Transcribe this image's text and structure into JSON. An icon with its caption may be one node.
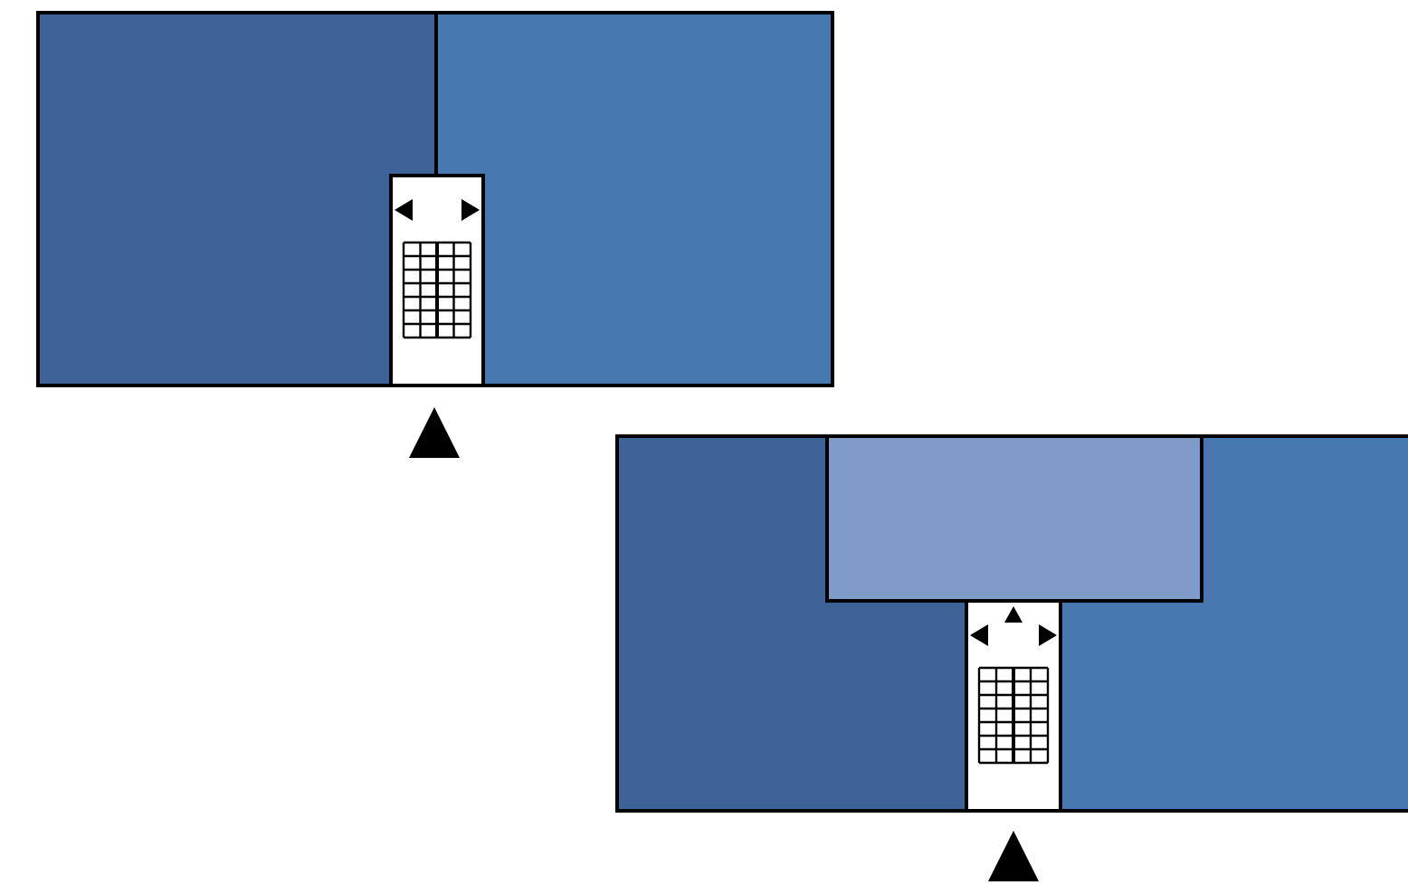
{
  "diagram": {
    "nodes": [
      {
        "text": [],
        "shape": "box"
      },
      {
        "text": [],
        "shape": "box",
        "in": 0
      },
      {
        "text": [],
        "shape": "box"
      },
      {
        "text": [],
        "shape": "box",
        "in": 2
      },
      {
        "text": [],
        "shape": "box",
        "in": 2
      }
    ]
  }
}
